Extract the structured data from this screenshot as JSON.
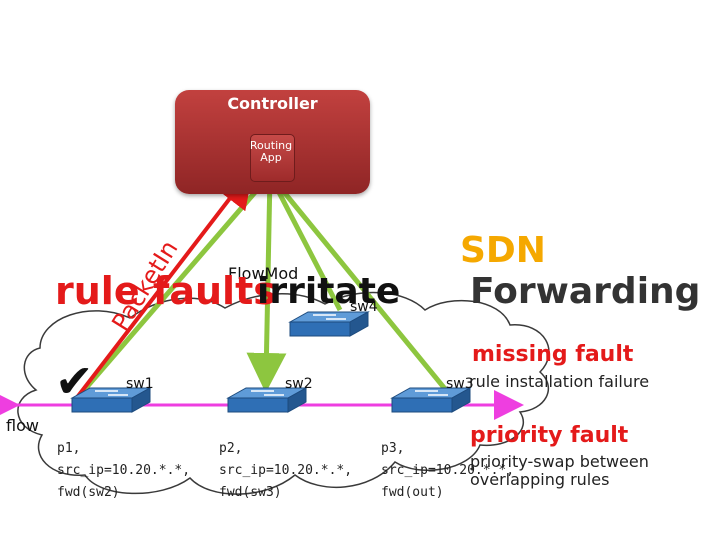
{
  "controller": {
    "title": "Controller",
    "app_label": "Routing App"
  },
  "headline": {
    "sdn": "SDN",
    "forwarding": "Forwarding"
  },
  "overlay": {
    "rule_faults": "rule faults",
    "irritate": "irritate"
  },
  "messages": {
    "packet_in": "PacketIn",
    "flow_mod": "FlowMod"
  },
  "switches": [
    {
      "name": "sw1",
      "rule": [
        "p1,",
        "src_ip=10.20.*.*,",
        "fwd(sw2)"
      ]
    },
    {
      "name": "sw2",
      "rule": [
        "p2,",
        "src_ip=10.20.*.*,",
        "fwd(sw3)"
      ]
    },
    {
      "name": "sw3",
      "rule": [
        "p3,",
        "src_ip=10.20.*.*,",
        "fwd(out)"
      ]
    },
    {
      "name": "sw4"
    }
  ],
  "flow_label": "flow",
  "faults": [
    {
      "title": "missing fault",
      "description": "rule installation failure"
    },
    {
      "title": "priority fault",
      "description": "priority-swap between overlapping rules"
    }
  ],
  "check_mark": "✔",
  "colors": {
    "controller": "#a93232",
    "accent_red": "#e41a1a",
    "link_green": "#8dc63f",
    "sdn_orange": "#f5a800",
    "flow_magenta": "#ee3ee0",
    "switch_blue": "#2f6fb5"
  }
}
